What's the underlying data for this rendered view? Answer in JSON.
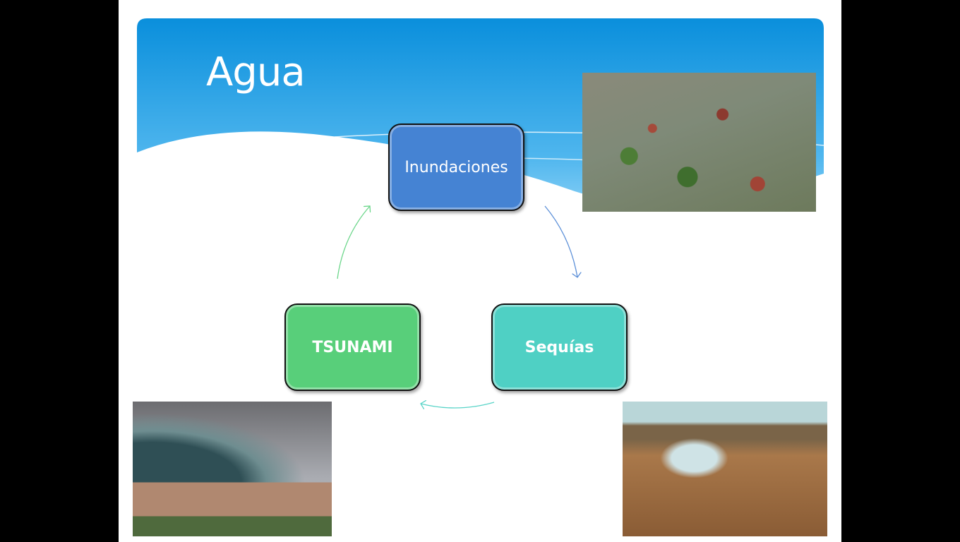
{
  "slide": {
    "title": "Agua",
    "cycle": [
      {
        "label": "Inundaciones",
        "color": "#4583d3"
      },
      {
        "label": "Sequías",
        "color": "#4fd0c4"
      },
      {
        "label": "TSUNAMI",
        "color": "#58cf7a"
      }
    ],
    "images": [
      "flooded-village-photo",
      "tsunami-wave-photo",
      "dry-cracked-earth-photo"
    ]
  }
}
